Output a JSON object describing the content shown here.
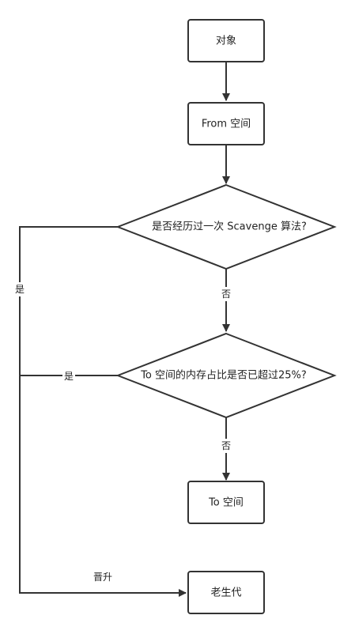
{
  "nodes": {
    "object": {
      "label": "对象"
    },
    "from_space": {
      "label": "From 空间"
    },
    "decision_scavenge": {
      "label": "是否经历过一次 Scavenge 算法?"
    },
    "decision_to_space": {
      "label": "To 空间的内存占比是否已超过25%?"
    },
    "to_space": {
      "label": "To 空间"
    },
    "old_generation": {
      "label": "老生代"
    }
  },
  "edge_labels": {
    "scavenge_no": "否",
    "scavenge_yes": "是",
    "to_space_yes": "是",
    "to_space_no": "否",
    "promote": "晋升"
  }
}
